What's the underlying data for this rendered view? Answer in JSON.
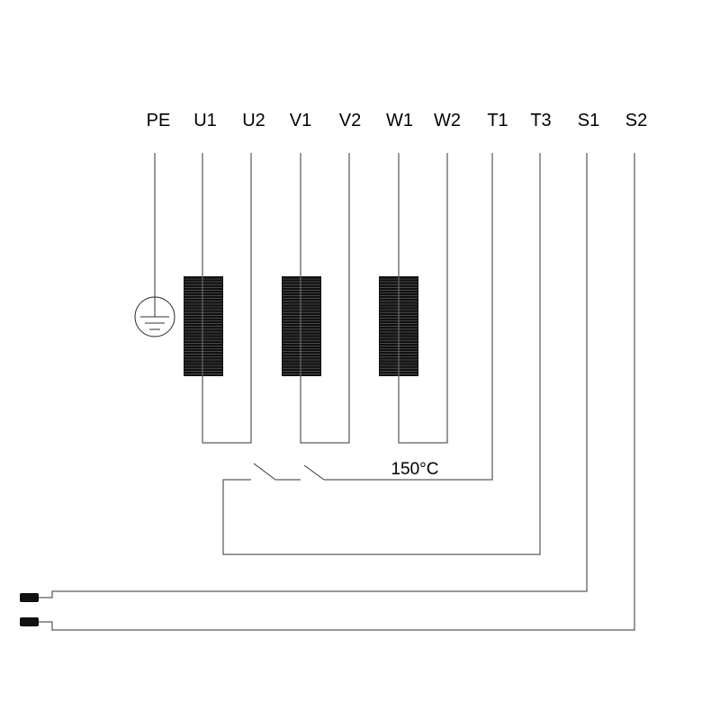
{
  "terminals": [
    "PE",
    "U1",
    "U2",
    "V1",
    "V2",
    "W1",
    "W2",
    "T1",
    "T3",
    "S1",
    "S2"
  ],
  "thermal_switch": {
    "label": "150°C"
  },
  "colors": {
    "wire": "#333333",
    "coil": "#111111",
    "background": "#ffffff"
  }
}
